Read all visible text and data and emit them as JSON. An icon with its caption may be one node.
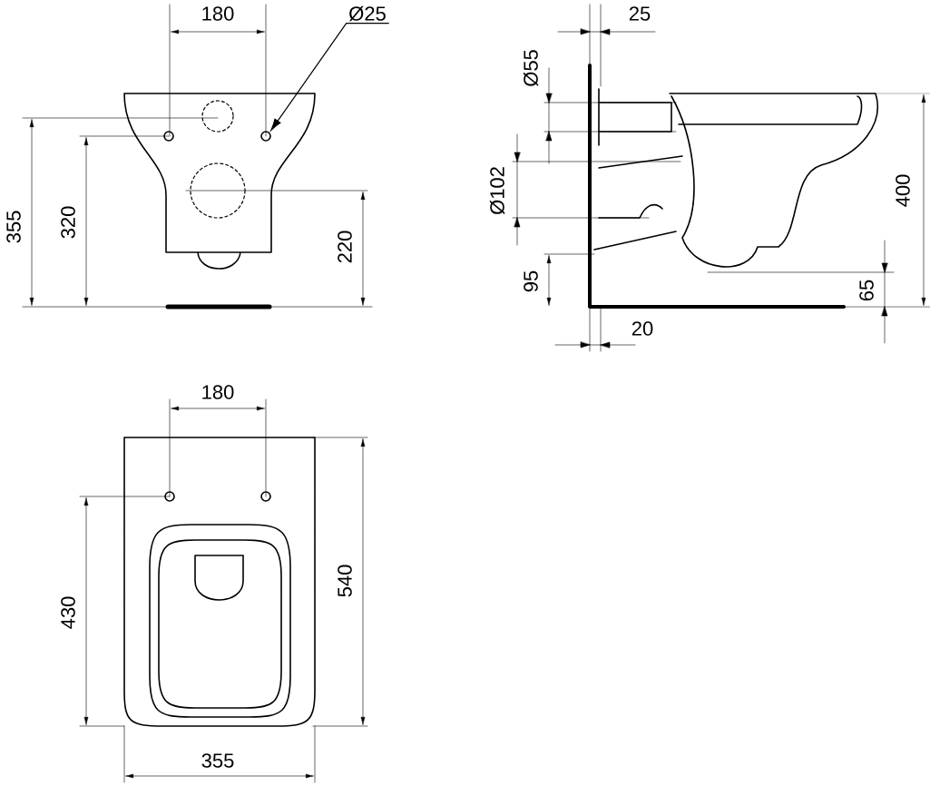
{
  "diagram": {
    "nodes": [
      {
        "text": [
          "Ø25"
        ]
      },
      {
        "text": [],
        "shape": "circle"
      }
    ],
    "edges": [
      {
        "from": 0,
        "to": 1,
        "arrow": "to"
      }
    ],
    "labels": [
      "180",
      "25",
      "355",
      "320",
      "220",
      "Ø55",
      "Ø102",
      "400",
      "95",
      "65",
      "20",
      "180",
      "540",
      "430",
      "355"
    ]
  }
}
